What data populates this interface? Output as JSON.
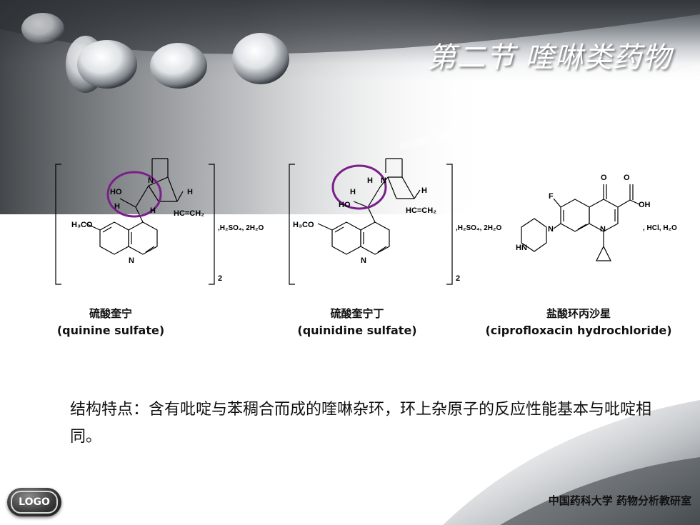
{
  "slide": {
    "title": "第二节  喹啉类药物",
    "description": "结构特点：含有吡啶与苯稠合而成的喹啉杂环，环上杂原子的反应性能基本与吡啶相同。",
    "footer": "中国药科大学 药物分析教研室",
    "logo_text": "LOGO"
  },
  "compounds": [
    {
      "name_cn": "硫酸奎宁",
      "name_en": "(quinine sulfate)",
      "salt": ",H₂SO₄, 2H₂O",
      "subscript": "2"
    },
    {
      "name_cn": "硫酸奎宁丁",
      "name_en": "(quinidine sulfate)",
      "salt": ",H₂SO₄, 2H₂O",
      "subscript": "2"
    },
    {
      "name_cn": "盐酸环丙沙星",
      "name_en": "(ciprofloxacin hydrochloride)",
      "salt": ", HCl, H₂O"
    }
  ],
  "atoms": {
    "methoxy": "H₃CO",
    "n": "N",
    "h": "H",
    "ho": "HO",
    "vinyl": "HC=CH₂",
    "o": "O",
    "f": "F",
    "oh": "OH",
    "hn": "HN"
  },
  "colors": {
    "highlight": "#7a1f8a",
    "title_text": "#ffffff"
  }
}
